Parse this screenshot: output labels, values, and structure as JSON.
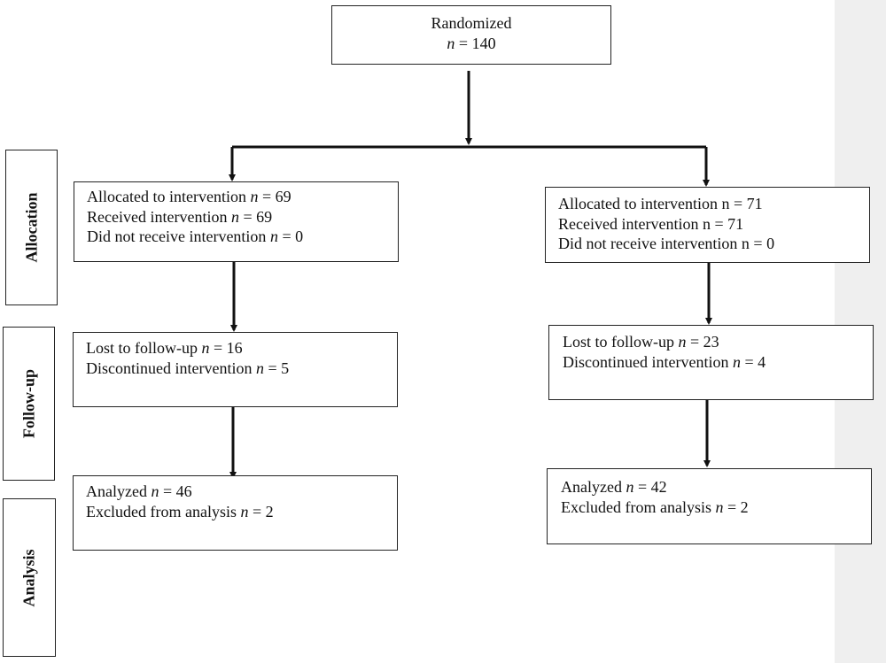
{
  "randomized": {
    "label": "Randomized",
    "n_prefix": "n",
    "n_value": " = 140"
  },
  "stages": {
    "allocation": "Allocation",
    "follow_up": "Follow-up",
    "analysis": "Analysis"
  },
  "left": {
    "allocation": {
      "allocated": {
        "text": "Allocated to intervention ",
        "n_prefix": "n",
        "value": " = 69"
      },
      "received": {
        "text": "Received intervention ",
        "n_prefix": "n",
        "value": " = 69"
      },
      "not_received": {
        "text": "Did not receive intervention ",
        "n_prefix": "n",
        "value": " = 0"
      }
    },
    "follow_up": {
      "lost": {
        "text": "Lost to follow-up ",
        "n_prefix": "n",
        "value": " = 16"
      },
      "discontinued": {
        "text": "Discontinued intervention ",
        "n_prefix": "n",
        "value": " = 5"
      }
    },
    "analysis": {
      "analyzed": {
        "text": "Analyzed ",
        "n_prefix": "n",
        "value": " = 46"
      },
      "excluded": {
        "text": "Excluded from analysis ",
        "n_prefix": "n",
        "value": " = 2"
      }
    }
  },
  "right": {
    "allocation": {
      "allocated": "Allocated to intervention n = 71",
      "received": "Received intervention n = 71",
      "not_received": "Did not receive intervention n = 0"
    },
    "follow_up": {
      "lost": {
        "text": "Lost to follow-up ",
        "n_prefix": "n",
        "value": " = 23"
      },
      "discontinued": {
        "text": "Discontinued intervention ",
        "n_prefix": "n",
        "value": " = 4"
      }
    },
    "analysis": {
      "analyzed": {
        "text": "Analyzed ",
        "n_prefix": "n",
        "value": " = 42"
      },
      "excluded": {
        "text": "Excluded from analysis ",
        "n_prefix": "n",
        "value": " = 2"
      }
    }
  }
}
